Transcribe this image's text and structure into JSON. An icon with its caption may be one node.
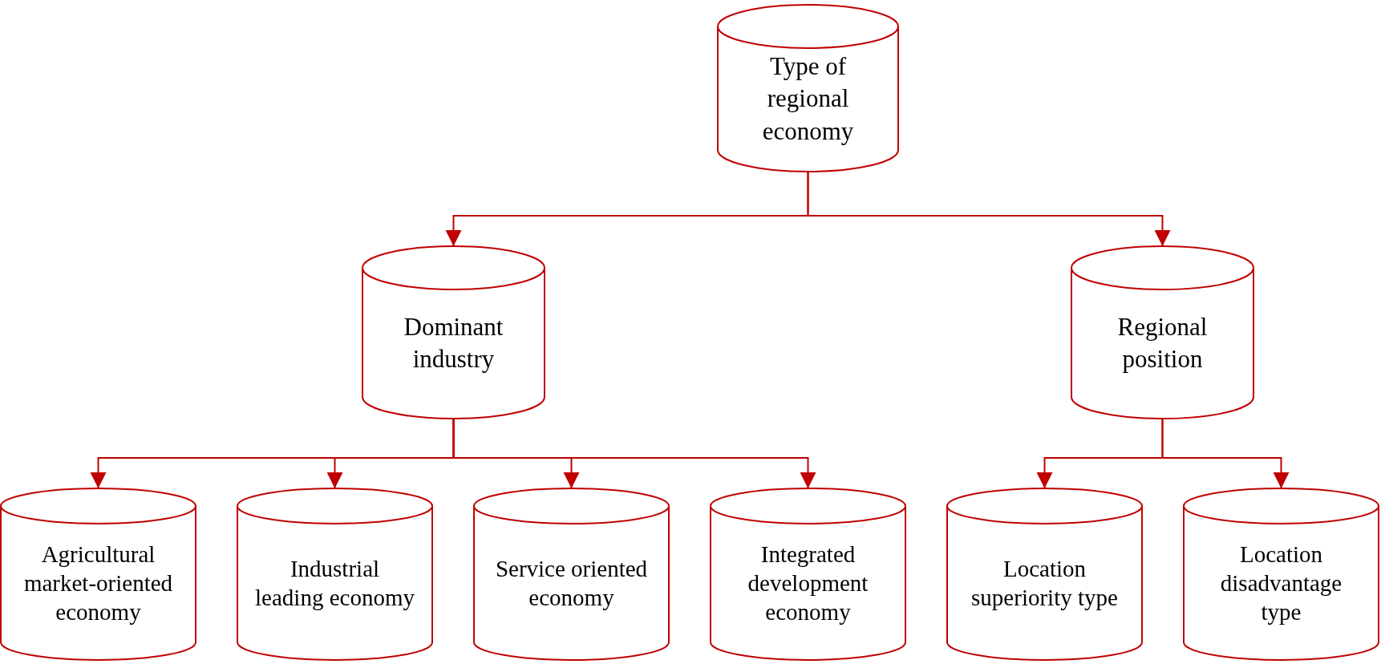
{
  "diagram": {
    "nodes": [
      {
        "text": [
          "Type of regional economy"
        ]
      },
      {
        "text": [
          "Dominant industry"
        ]
      },
      {
        "text": [
          "Regional position"
        ]
      },
      {
        "text": [
          "Agricultural market-oriented economy"
        ]
      },
      {
        "text": [
          "Industrial leading economy"
        ]
      },
      {
        "text": [
          "Service oriented economy"
        ]
      },
      {
        "text": [
          "Integrated development economy"
        ]
      },
      {
        "text": [
          "Location superiority type"
        ]
      },
      {
        "text": [
          "Location disadvantage type"
        ]
      }
    ],
    "edges": [
      {
        "from": 0,
        "to": 1,
        "arrow": "to"
      },
      {
        "from": 0,
        "to": 2,
        "arrow": "to"
      },
      {
        "from": 1,
        "to": 3,
        "arrow": "to"
      },
      {
        "from": 1,
        "to": 4,
        "arrow": "to"
      },
      {
        "from": 1,
        "to": 5,
        "arrow": "to"
      },
      {
        "from": 1,
        "to": 6,
        "arrow": "to"
      },
      {
        "from": 2,
        "to": 7,
        "arrow": "to"
      },
      {
        "from": 2,
        "to": 8,
        "arrow": "to"
      }
    ]
  }
}
